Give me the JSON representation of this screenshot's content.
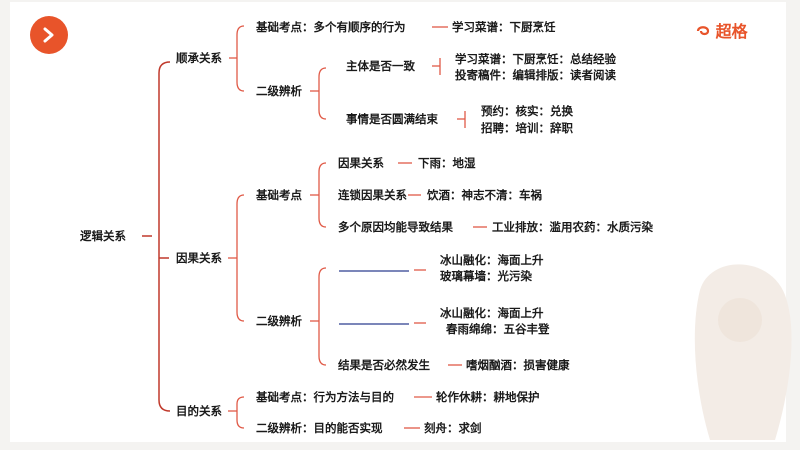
{
  "logo": {
    "text": "超格",
    "icon": "logo-swirl-icon"
  },
  "nav": {
    "icon": "chevron-right-icon"
  },
  "colors": {
    "accent": "#e8542a",
    "branch": "#c0392b",
    "line": "#e05a47",
    "blank": "#2c3e8f"
  },
  "root": "逻辑关系",
  "level1": [
    "顺承关系",
    "因果关系",
    "目的关系"
  ],
  "shunCheng": {
    "basic_label": "基础考点：多个有顺序的行为",
    "basic_example": "学习菜谱：下厨烹饪",
    "second_label": "二级辨析",
    "subject_label": "主体是否一致",
    "subject_ex1": "学习菜谱：下厨烹饪：总结经验",
    "subject_ex2": "投寄稿件：编辑排版：读者阅读",
    "complete_label": "事情是否圆满结束",
    "complete_ex1": "预约：核实：兑换",
    "complete_ex2": "招聘：培训：辞职"
  },
  "yinGuo": {
    "basic_label": "基础考点",
    "cause_label": "因果关系",
    "cause_ex": "下雨：地湿",
    "chain_label": "连锁因果关系",
    "chain_ex": "饮酒：神志不清：车祸",
    "multi_label": "多个原因均能导致结果",
    "multi_ex": "工业排放：滥用农药：水质污染",
    "second_label": "二级辨析",
    "blank1_ex1": "冰山融化：海面上升",
    "blank1_ex2": "玻璃幕墙：光污染",
    "blank2_ex1": "冰山融化：海面上升",
    "blank2_ex2": "春雨绵绵：五谷丰登",
    "necessary_label": "结果是否必然发生",
    "necessary_ex": "嗜烟酗酒：损害健康"
  },
  "muDi": {
    "basic_label": "基础考点：行为方法与目的",
    "basic_ex": "轮作休耕：耕地保护",
    "second_label": "二级辨析：目的能否实现",
    "second_ex": "刻舟：求剑"
  }
}
